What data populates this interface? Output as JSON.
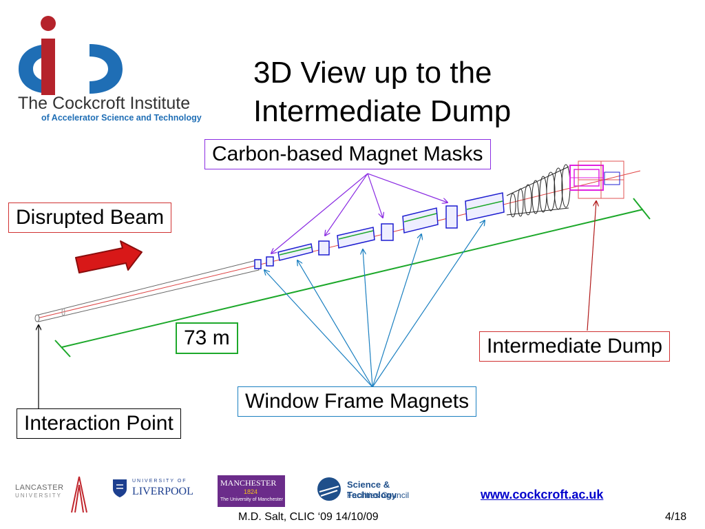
{
  "header": {
    "logo_name": "The Cockcroft Institute",
    "logo_sub": "of Accelerator Science and Technology",
    "title_line1": "3D View up to the",
    "title_line2": "Intermediate Dump"
  },
  "labels": {
    "carbon_masks": "Carbon-based Magnet Masks",
    "disrupted_beam": "Disrupted Beam",
    "distance": "73 m",
    "intermediate_dump": "Intermediate Dump",
    "window_frame": "Window Frame Magnets",
    "interaction_point": "Interaction Point"
  },
  "partners": {
    "lancaster": "LANCASTER",
    "lancaster_sub": "UNIVERSITY",
    "liverpool_sub": "UNIVERSITY OF",
    "liverpool": "LIVERPOOL",
    "manchester": "MANCHESTER",
    "manchester_year": "1824",
    "manchester_sub": "The University of Manchester",
    "stfc_line1": "Science & Technology",
    "stfc_line2": "Facilities Council"
  },
  "footer": {
    "url": "www.cockcroft.ac.uk",
    "author": "M.D. Salt, CLIC ‘09 14/10/09",
    "page": "4/18"
  },
  "colors": {
    "logo_blue": "#1f6eb5",
    "logo_red": "#b5232b",
    "arrow_purple": "#8a2be2",
    "arrow_blue": "#1a7fc0",
    "arrow_green": "#1ca82a",
    "arrow_darkred": "#b01818",
    "magnet_blue": "#1c1cd0",
    "dump_magenta": "#e020e0"
  }
}
